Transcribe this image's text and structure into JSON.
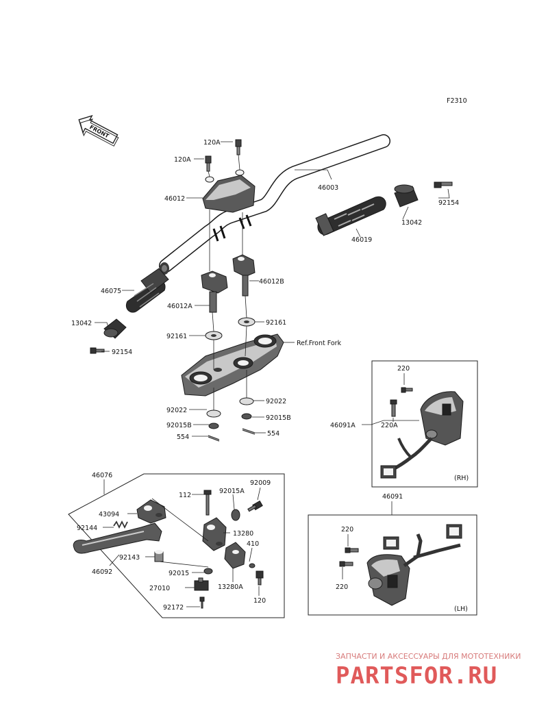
{
  "figure_code": "F2310",
  "front_arrow": "FRONT",
  "callouts": {
    "p120A_top": "120A",
    "p120A_left": "120A",
    "p46003": "46003",
    "p46012": "46012",
    "p92154_right": "92154",
    "p13042_right": "13042",
    "p46019": "46019",
    "p46075": "46075",
    "p46012B": "46012B",
    "p46012A": "46012A",
    "p13042_left": "13042",
    "p92161_right": "92161",
    "p92161_left": "92161",
    "ref_front_fork": "Ref.Front Fork",
    "p92154_left": "92154",
    "p92022_right": "92022",
    "p92022_left": "92022",
    "p92015B_right": "92015B",
    "p92015B_left": "92015B",
    "p554_left": "554",
    "p554_right": "554",
    "p220_rh": "220",
    "p46091A": "46091A",
    "p220A_rh": "220A",
    "rh_tag": "(RH)",
    "p46076": "46076",
    "p112": "112",
    "p92015A": "92015A",
    "p92009": "92009",
    "p43094": "43094",
    "p13280": "13280",
    "p92144": "92144",
    "p410": "410",
    "p92143": "92143",
    "p46092": "46092",
    "p92015": "92015",
    "p13280A": "13280A",
    "p27010": "27010",
    "p120": "120",
    "p92172": "92172",
    "p46091": "46091",
    "p220_lh_top": "220",
    "p220_lh_bottom": "220",
    "lh_tag": "(LH)"
  },
  "watermark": {
    "tagline": "ЗАПЧАСТИ И АКСЕССУАРЫ ДЛЯ МОТОТЕХНИКИ",
    "brand": "PARTSFOR.RU"
  }
}
